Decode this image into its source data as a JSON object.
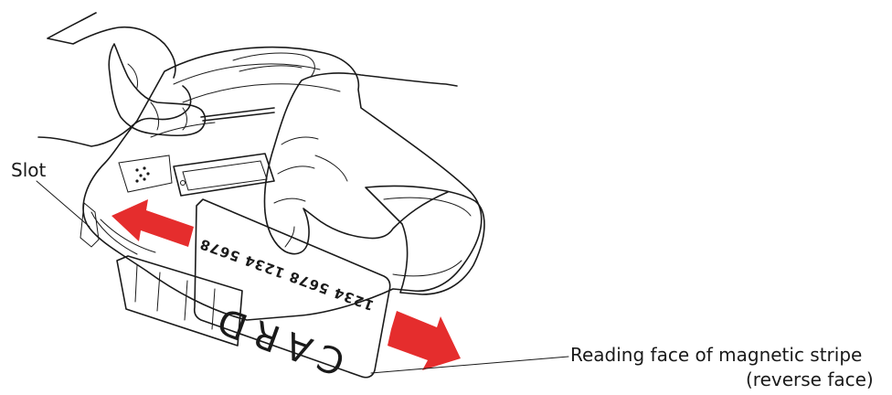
{
  "labels": {
    "slot": "Slot",
    "reading_face_line1": "Reading face of magnetic stripe",
    "reading_face_line2": "(reverse face)"
  },
  "card": {
    "title": "CARD",
    "number": "1234 5678 1234 5678"
  },
  "colors": {
    "arrow": "#e52d2d",
    "line": "#1a1a1a",
    "background": "#ffffff"
  },
  "icons": [
    "hand",
    "card-reader-device",
    "insert-arrow",
    "swipe-arrow"
  ]
}
